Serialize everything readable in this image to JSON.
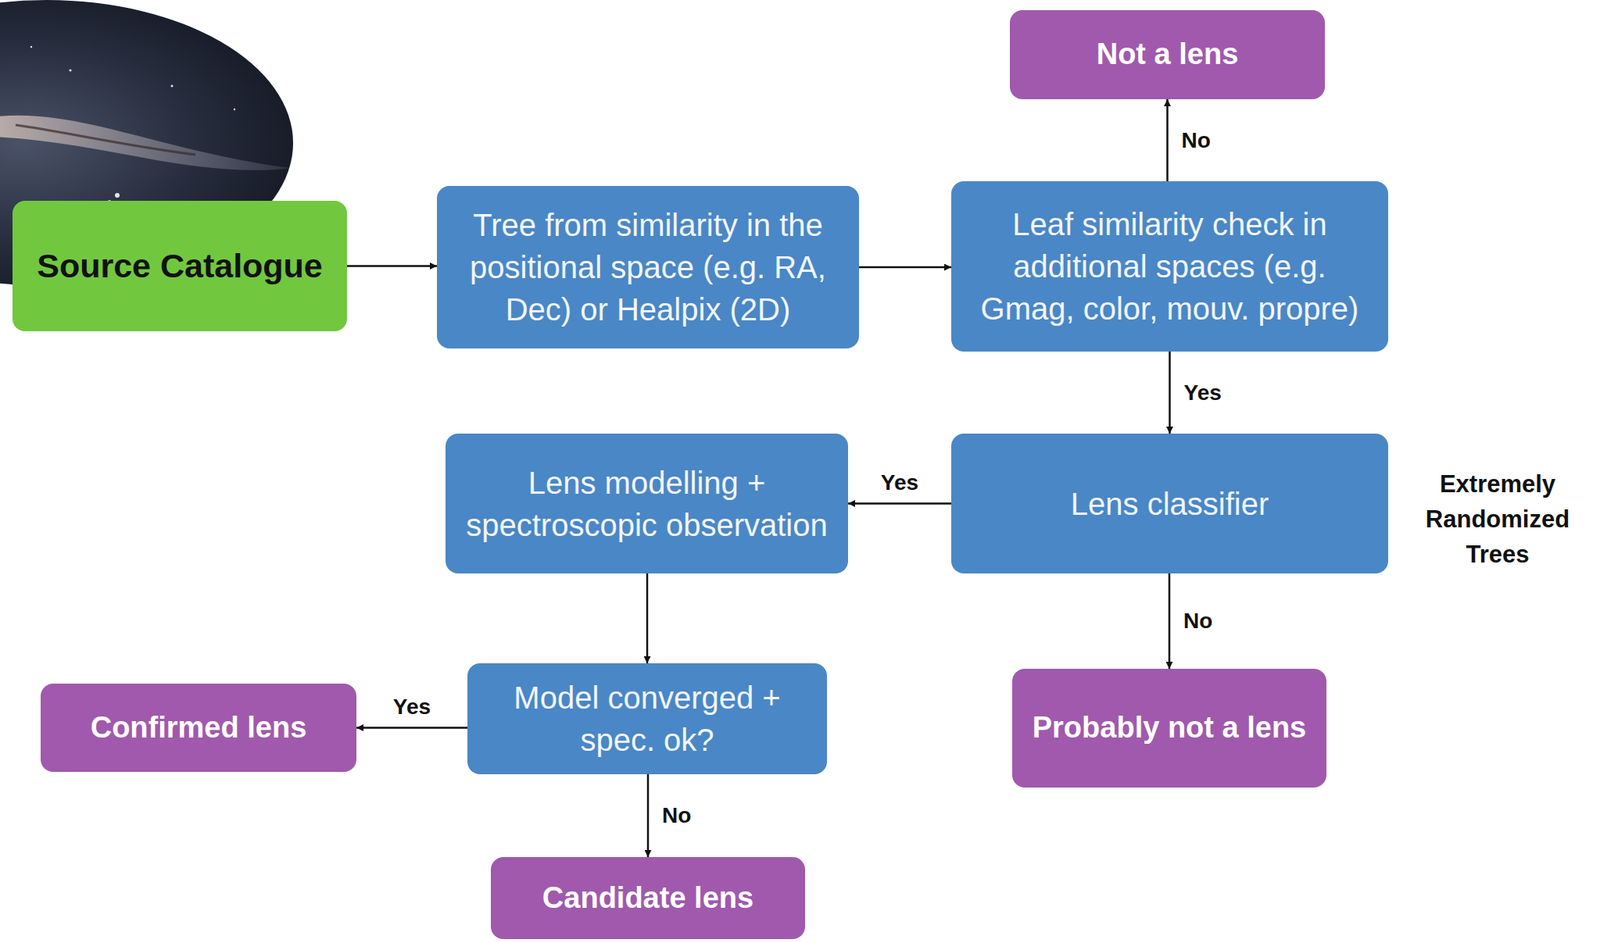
{
  "diagram": {
    "nodes": [
      {
        "text": [
          "Source Catalogue"
        ]
      },
      {
        "text": [
          "Tree from similarity in the positional space (e.g. RA, Dec) or Healpix (2D)"
        ]
      },
      {
        "text": [
          "Not a lens"
        ]
      },
      {
        "text": [
          "Leaf similarity check in additional spaces (e.g. Gmag, color, mouv. propre)"
        ]
      },
      {
        "text": [
          "Lens modelling + spectroscopic observation"
        ]
      },
      {
        "text": [
          "Lens classifier"
        ]
      },
      {
        "text": [
          "Confirmed lens"
        ]
      },
      {
        "text": [
          "Model converged + spec. ok?"
        ]
      },
      {
        "text": [
          "Probably not a lens"
        ]
      },
      {
        "text": [
          "Candidate lens"
        ]
      }
    ],
    "edges": [
      {
        "from": 0,
        "to": 1,
        "arrow": "to"
      },
      {
        "from": 1,
        "to": 3,
        "arrow": "to"
      },
      {
        "from": 3,
        "to": 2,
        "label": "No",
        "arrow": "to"
      },
      {
        "from": 3,
        "to": 5,
        "label": "Yes",
        "arrow": "to"
      },
      {
        "from": 5,
        "to": 4,
        "label": "Yes",
        "arrow": "to"
      },
      {
        "from": 5,
        "to": 8,
        "label": "No",
        "arrow": "to"
      },
      {
        "from": 4,
        "to": 7,
        "arrow": "to"
      },
      {
        "from": 7,
        "to": 6,
        "label": "Yes",
        "arrow": "to"
      },
      {
        "from": 7,
        "to": 9,
        "label": "No",
        "arrow": "to"
      }
    ],
    "labels": [
      "Extremely Randomized Trees"
    ]
  }
}
